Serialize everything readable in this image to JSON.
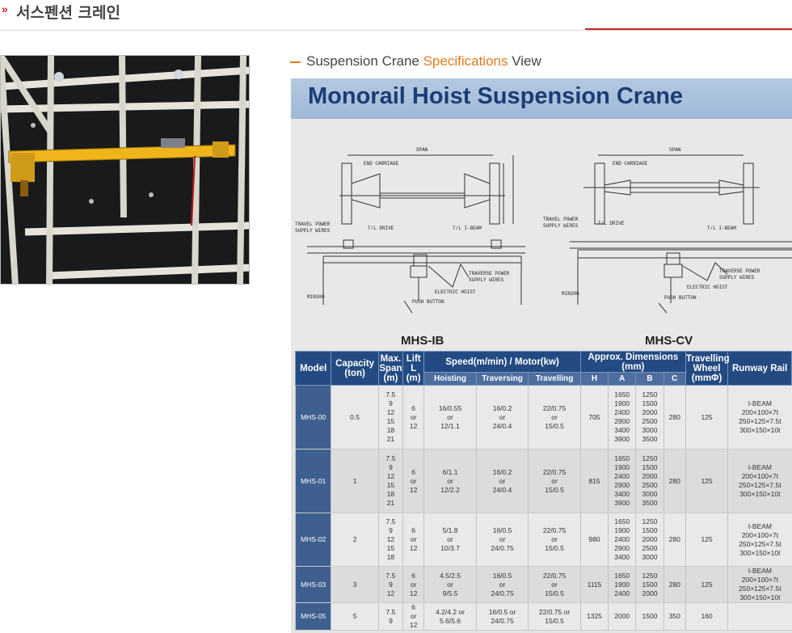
{
  "header": {
    "chevron": "»",
    "title": "서스펜션 크레인"
  },
  "subheading": {
    "pre": "Suspension Crane ",
    "accent": "Specifications",
    "post": " View"
  },
  "spec_image": {
    "title": "Monorail Hoist Suspension Crane",
    "diagram_labels": {
      "span": "SPAN",
      "end_carriage": "END CARRIAGE",
      "travel_power": "TRAVEL POWER",
      "supply_wires": "SUPPLY WIRES",
      "ta_drive": "T/L DRIVE",
      "ta_ibeam": "T/L I-BEAM",
      "traverse_power": "TRAVERSE POWER",
      "supply_wires2": "SUPPLY WIRES",
      "electric_hoist": "ELECTRIC HOIST",
      "push_button": "PUSH BUTTON",
      "min300": "MIN300"
    },
    "model_left": "MHS-IB",
    "model_right": "MHS-CV",
    "table": {
      "headers": {
        "model": "Model",
        "capacity": "Capacity",
        "capacity_unit": "(ton)",
        "span": "Max. Span",
        "span_unit": "(m)",
        "lift": "Lift L",
        "lift_unit": "(m)",
        "speed": "Speed(m/min) / Motor(kw)",
        "hoisting": "Hoisting",
        "traversing": "Traversing",
        "travelling": "Travelling",
        "dims": "Approx. Dimensions (mm)",
        "h": "H",
        "a": "A",
        "b": "B",
        "c": "C",
        "wheel": "Travelling Wheel",
        "wheel_unit": "(mmΦ)",
        "rail": "Runway Rail"
      },
      "rows": [
        {
          "model": "MHS-00",
          "capacity": "0.5",
          "spans": [
            "7.5",
            "9",
            "12",
            "15",
            "18",
            "21"
          ],
          "lift": [
            "6",
            "or",
            "12"
          ],
          "hoisting": [
            "16/0.55",
            "or",
            "12/1.1"
          ],
          "traversing": [
            "16/0.2",
            "or",
            "24/0.4"
          ],
          "travelling": [
            "22/0.75",
            "or",
            "15/0.5"
          ],
          "h": "705",
          "a": [
            "1650",
            "1900",
            "2400",
            "2900",
            "3400",
            "3900"
          ],
          "b": [
            "1250",
            "1500",
            "2000",
            "2500",
            "3000",
            "3500"
          ],
          "c": "280",
          "wheel": "125",
          "rail": [
            "I-BEAM",
            "200×100×7t",
            "250×125×7.5t",
            "300×150×10t"
          ]
        },
        {
          "model": "MHS-01",
          "capacity": "1",
          "spans": [
            "7.5",
            "9",
            "12",
            "15",
            "18",
            "21"
          ],
          "lift": [
            "6",
            "or",
            "12"
          ],
          "hoisting": [
            "6/1.1",
            "or",
            "12/2.2"
          ],
          "traversing": [
            "16/0.2",
            "or",
            "24/0.4"
          ],
          "travelling": [
            "22/0.75",
            "or",
            "15/0.5"
          ],
          "h": "815",
          "a": [
            "1650",
            "1900",
            "2400",
            "2900",
            "3400",
            "3900"
          ],
          "b": [
            "1250",
            "1500",
            "2000",
            "2500",
            "3000",
            "3500"
          ],
          "c": "280",
          "wheel": "125",
          "rail": [
            "I-BEAM",
            "200×100×7t",
            "250×125×7.5t",
            "300×150×10t"
          ]
        },
        {
          "model": "MHS-02",
          "capacity": "2",
          "spans": [
            "7.5",
            "9",
            "12",
            "15",
            "18"
          ],
          "lift": [
            "6",
            "or",
            "12"
          ],
          "hoisting": [
            "5/1.8",
            "or",
            "10/3.7"
          ],
          "traversing": [
            "16/0.5",
            "or",
            "24/0.75"
          ],
          "travelling": [
            "22/0.75",
            "or",
            "15/0.5"
          ],
          "h": "980",
          "a": [
            "1650",
            "1900",
            "2400",
            "2900",
            "3400"
          ],
          "b": [
            "1250",
            "1500",
            "2000",
            "2500",
            "3000"
          ],
          "c": "280",
          "wheel": "125",
          "rail": [
            "I-BEAM",
            "200×100×7t",
            "250×125×7.5t",
            "300×150×10t"
          ]
        },
        {
          "model": "MHS-03",
          "capacity": "3",
          "spans": [
            "7.5",
            "9",
            "12"
          ],
          "lift": [
            "6",
            "or",
            "12"
          ],
          "hoisting": [
            "4.5/2.5",
            "or",
            "9/5.5"
          ],
          "traversing": [
            "16/0.5",
            "or",
            "24/0.75"
          ],
          "travelling": [
            "22/0.75",
            "or",
            "15/0.5"
          ],
          "h": "1115",
          "a": [
            "1650",
            "1900",
            "2400"
          ],
          "b": [
            "1250",
            "1500",
            "2000"
          ],
          "c": "280",
          "wheel": "125",
          "rail": [
            "I-BEAM",
            "200×100×7t",
            "250×125×7.5t",
            "300×150×10t"
          ]
        },
        {
          "model": "MHS-05",
          "capacity": "5",
          "spans": [
            "7.5",
            "9"
          ],
          "lift": [
            "6",
            "or",
            "12"
          ],
          "hoisting": [
            "4.2/4.2 or",
            "5.6/5.6"
          ],
          "traversing": [
            "16/0.5 or",
            "24/0.75"
          ],
          "travelling": [
            "22/0.75 or",
            "15/0.5"
          ],
          "h": "1325",
          "a": [
            "2000"
          ],
          "b": [
            "1500"
          ],
          "c": "350",
          "wheel": "160",
          "rail": []
        }
      ]
    }
  },
  "colors": {
    "accent_red": "#c8202a",
    "accent_orange": "#e57b1f",
    "table_header": "#234a82",
    "banner": "#a8c0dc"
  }
}
